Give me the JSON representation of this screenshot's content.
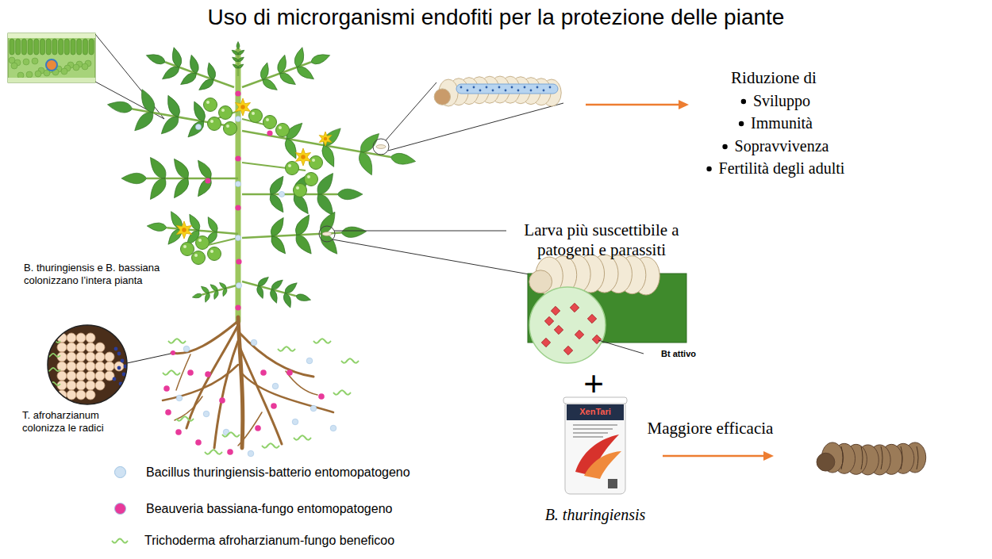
{
  "diagram": {
    "title": "Uso di microrganismi endofiti per la protezione delle piante",
    "labels": [
      "Riduzione di",
      "Sviluppo",
      "Immunità",
      "Sopravvivenza",
      "Fertilità degli adulti",
      "Larva più suscettibile a patogeni e parassiti",
      "Bt attivo",
      "+",
      "XenTari",
      "Maggiore efficacia",
      "B. thuringiensis",
      "B. thuringiensis e B. bassiana colonizzano l’intera pianta",
      "T. afroharzianum colonizza le radici"
    ],
    "legend": [
      {
        "text": "Bacillus thuringiensis-batterio entomopatogeno",
        "color": "#cfe2f3"
      },
      {
        "text": "Beauveria bassiana-fungo entomopatogeno",
        "color": "#e8399a"
      },
      {
        "text": "Trichoderma afroharzianum-fungo beneficoo"
      }
    ]
  }
}
